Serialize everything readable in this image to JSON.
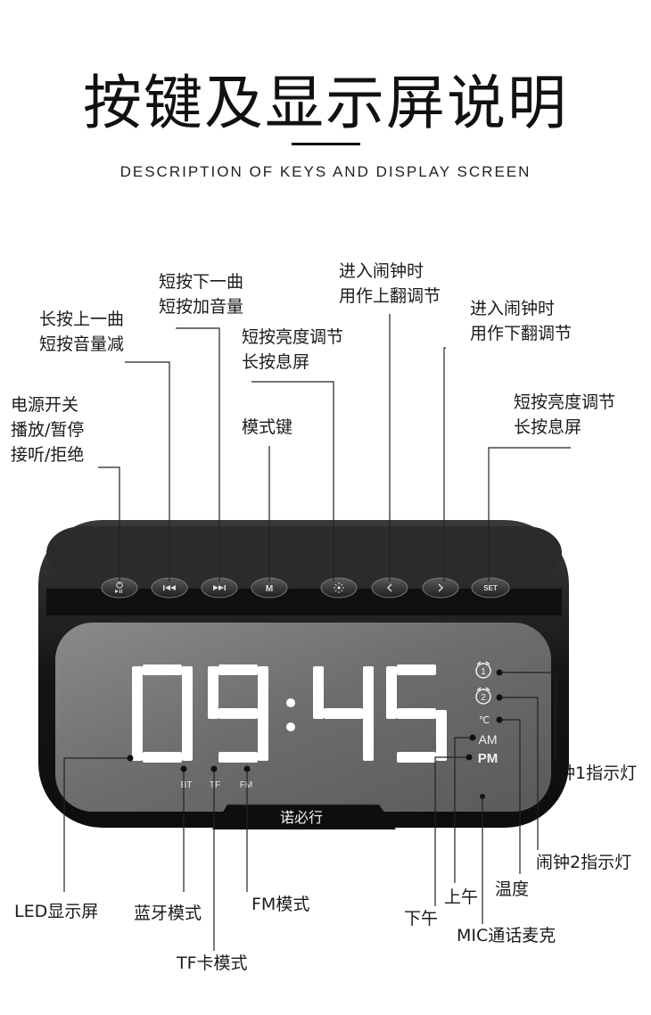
{
  "header": {
    "title": "按键及显示屏说明",
    "subtitle": "DESCRIPTION OF KEYS AND DISPLAY SCREEN"
  },
  "device": {
    "clock_time": "09:45",
    "brand_logo": "诺必行",
    "button_icons": [
      "power-play-icon",
      "previous-track-icon",
      "next-track-icon",
      "mode-icon",
      "brightness-icon",
      "left-chevron-icon",
      "right-chevron-icon",
      "set-icon"
    ],
    "button_texts": {
      "mode": "M",
      "set": "SET"
    },
    "indicator_texts": {
      "bt": "BT",
      "tf": "TF",
      "fm": "FM",
      "celsius": "℃",
      "am": "AM",
      "pm": "PM"
    }
  },
  "top_labels": {
    "power": [
      "电源开关",
      "播放/暂停",
      "接听/拒绝"
    ],
    "prev": [
      "长按上一曲",
      "短按音量减"
    ],
    "next": [
      "短按下一曲",
      "短按加音量"
    ],
    "mode": [
      "模式键"
    ],
    "bright": [
      "短按亮度调节",
      "长按息屏"
    ],
    "up": [
      "进入闹钟时",
      "用作上翻调节"
    ],
    "down": [
      "进入闹钟时",
      "用作下翻调节"
    ],
    "set": [
      "短按亮度调节",
      "长按息屏"
    ]
  },
  "bottom_labels": {
    "led": "LED显示屏",
    "bt": "蓝牙模式",
    "tf": "TF卡模式",
    "fm": "FM模式",
    "pm": "下午",
    "am": "上午",
    "mic": "MIC通话麦克",
    "temp": "温度",
    "alarm1": "闹钟1指示灯",
    "alarm2": "闹钟2指示灯"
  },
  "colors": {
    "body": "#121212",
    "screen": "#6e6e6e",
    "segment": "#ffffff",
    "line": "#222222"
  }
}
